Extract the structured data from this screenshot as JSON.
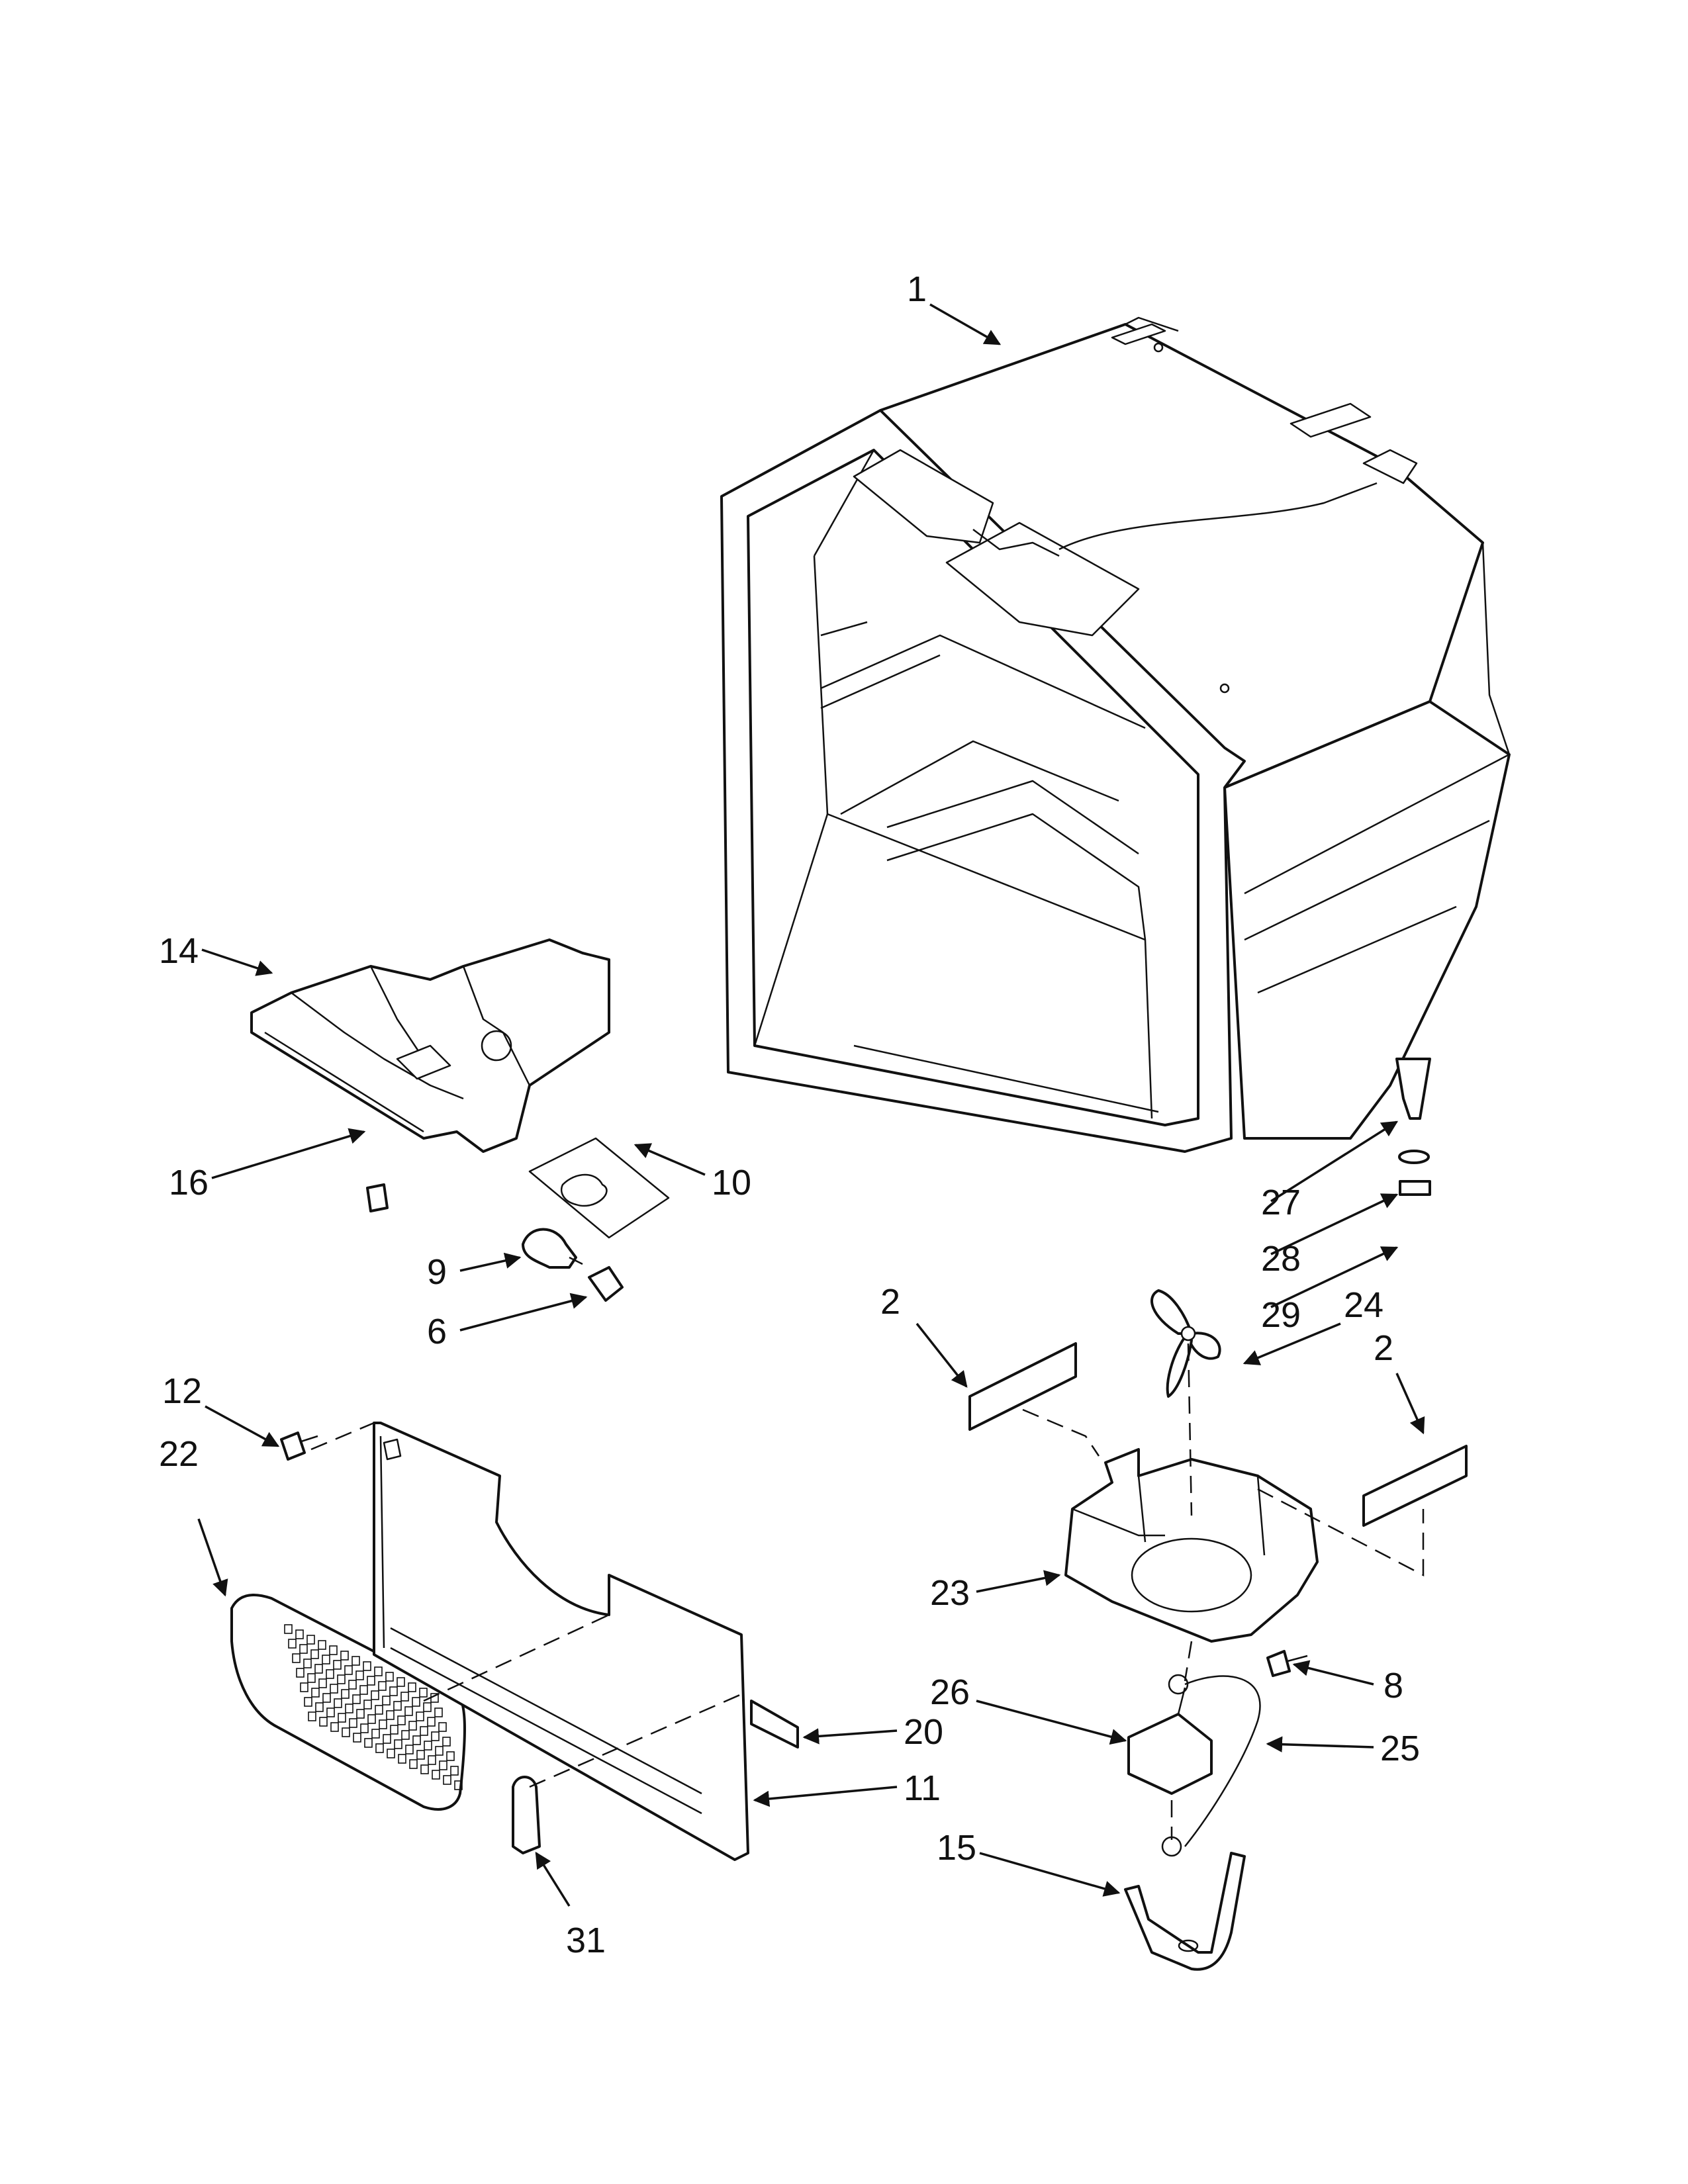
{
  "diagram": {
    "callouts": [
      {
        "id": "1",
        "text": "1"
      },
      {
        "id": "2a",
        "text": "2"
      },
      {
        "id": "2b",
        "text": "2"
      },
      {
        "id": "6",
        "text": "6"
      },
      {
        "id": "8",
        "text": "8"
      },
      {
        "id": "9",
        "text": "9"
      },
      {
        "id": "10",
        "text": "10"
      },
      {
        "id": "11",
        "text": "11"
      },
      {
        "id": "12",
        "text": "12"
      },
      {
        "id": "14",
        "text": "14"
      },
      {
        "id": "15",
        "text": "15"
      },
      {
        "id": "16",
        "text": "16"
      },
      {
        "id": "20",
        "text": "20"
      },
      {
        "id": "22",
        "text": "22"
      },
      {
        "id": "23",
        "text": "23"
      },
      {
        "id": "24",
        "text": "24"
      },
      {
        "id": "25",
        "text": "25"
      },
      {
        "id": "26",
        "text": "26"
      },
      {
        "id": "27",
        "text": "27"
      },
      {
        "id": "28",
        "text": "28"
      },
      {
        "id": "29",
        "text": "29"
      },
      {
        "id": "31",
        "text": "31"
      }
    ]
  }
}
